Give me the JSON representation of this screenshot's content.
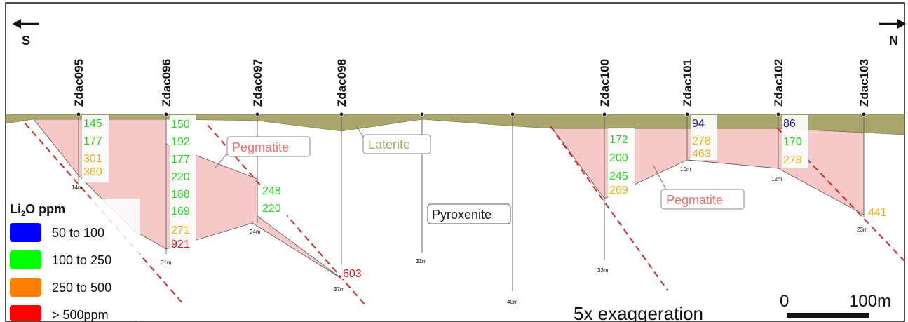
{
  "directions": {
    "left": "S",
    "right": "N"
  },
  "holes": [
    {
      "name": "Zdac095",
      "depth": "14m"
    },
    {
      "name": "Zdac096",
      "depth": "31m"
    },
    {
      "name": "Zdac097",
      "depth": "24m"
    },
    {
      "name": "Zdac098",
      "depth": "37m"
    },
    {
      "name": "",
      "depth": "31m"
    },
    {
      "name": "",
      "depth": "40m"
    },
    {
      "name": "Zdac100",
      "depth": "33m"
    },
    {
      "name": "Zdac101",
      "depth": "10m"
    },
    {
      "name": "Zdac102",
      "depth": "12m"
    },
    {
      "name": "Zdac103",
      "depth": "23m"
    }
  ],
  "assays": {
    "Zdac095": [
      "145",
      "177",
      "301",
      "360"
    ],
    "Zdac096": [
      "150",
      "192",
      "177",
      "220",
      "188",
      "169",
      "271",
      "921"
    ],
    "Zdac097": [
      "248",
      "220"
    ],
    "Zdac098": [
      "603"
    ],
    "Zdac100": [
      "172",
      "200",
      "245",
      "269"
    ],
    "Zdac101": [
      "94",
      "278",
      "463"
    ],
    "Zdac102": [
      "86",
      "170",
      "278"
    ],
    "Zdac103": [
      "441"
    ]
  },
  "units": {
    "pegmatite": "Pegmatite",
    "laterite": "Laterite",
    "pyroxenite": "Pyroxenite"
  },
  "legend": {
    "title_main": "Li",
    "title_sub": "2",
    "title_rest": "O ppm",
    "items": [
      {
        "label": "50 to 100",
        "color": "#0000ff"
      },
      {
        "label": "100 to 250",
        "color": "#00ff00"
      },
      {
        "label": "250 to 500",
        "color": "#ff8000"
      },
      {
        "label": "> 500ppm",
        "color": "#ff0000"
      }
    ]
  },
  "scale": {
    "zero": "0",
    "end": "100m"
  },
  "exaggeration": "5x exaggeration",
  "colors": {
    "laterite": "#a8a66a",
    "pegmatite_fill": "#f7c8c8",
    "fault": "#d62b2b",
    "blue": "#1a1aa8",
    "green": "#1fd81f",
    "orange": "#e8b21a",
    "red": "#d21f1f"
  }
}
